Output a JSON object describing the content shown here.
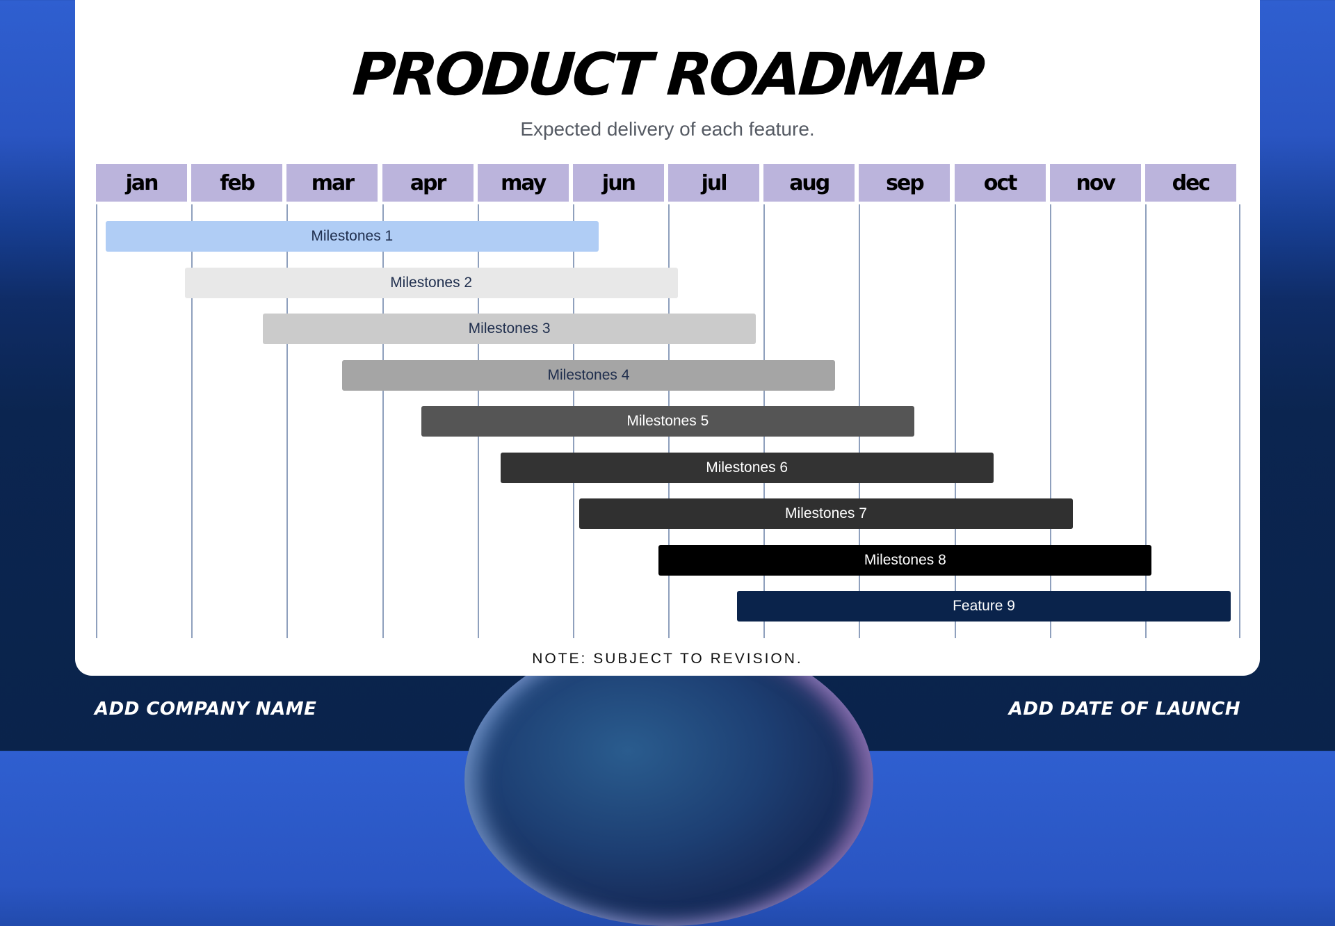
{
  "title": "PRODUCT ROADMAP",
  "subtitle": "Expected delivery of each feature.",
  "note": "NOTE: SUBJECT TO REVISION.",
  "footer": {
    "company": "ADD COMPANY NAME",
    "launch_date": "ADD DATE OF LAUNCH"
  },
  "colors": {
    "month_header": "#bbb4dc",
    "gridline": "#8fa0bd",
    "card": "#ffffff"
  },
  "months": [
    "jan",
    "feb",
    "mar",
    "apr",
    "may",
    "jun",
    "jul",
    "aug",
    "sep",
    "oct",
    "nov",
    "dec"
  ],
  "tasks": [
    {
      "label": "Milestones 1",
      "start": 0.1,
      "end": 5.27,
      "color": "#b0cdf5",
      "text_color": "#1f2e4d"
    },
    {
      "label": "Milestones 2",
      "start": 0.93,
      "end": 6.1,
      "color": "#e8e8e8",
      "text_color": "#1f2e4d"
    },
    {
      "label": "Milestones 3",
      "start": 1.75,
      "end": 6.92,
      "color": "#cbcbcb",
      "text_color": "#1f2e4d"
    },
    {
      "label": "Milestones 4",
      "start": 2.58,
      "end": 7.75,
      "color": "#a5a5a5",
      "text_color": "#1f2e4d"
    },
    {
      "label": "Milestones 5",
      "start": 3.41,
      "end": 8.58,
      "color": "#555555",
      "text_color": "#ffffff"
    },
    {
      "label": "Milestones 6",
      "start": 4.24,
      "end": 9.41,
      "color": "#333333",
      "text_color": "#ffffff"
    },
    {
      "label": "Milestones 7",
      "start": 5.07,
      "end": 10.24,
      "color": "#303030",
      "text_color": "#ffffff"
    },
    {
      "label": "Milestones 8",
      "start": 5.9,
      "end": 11.07,
      "color": "#000000",
      "text_color": "#ffffff"
    },
    {
      "label": "Feature 9",
      "start": 6.72,
      "end": 11.9,
      "color": "#0a234b",
      "text_color": "#ffffff"
    }
  ]
}
